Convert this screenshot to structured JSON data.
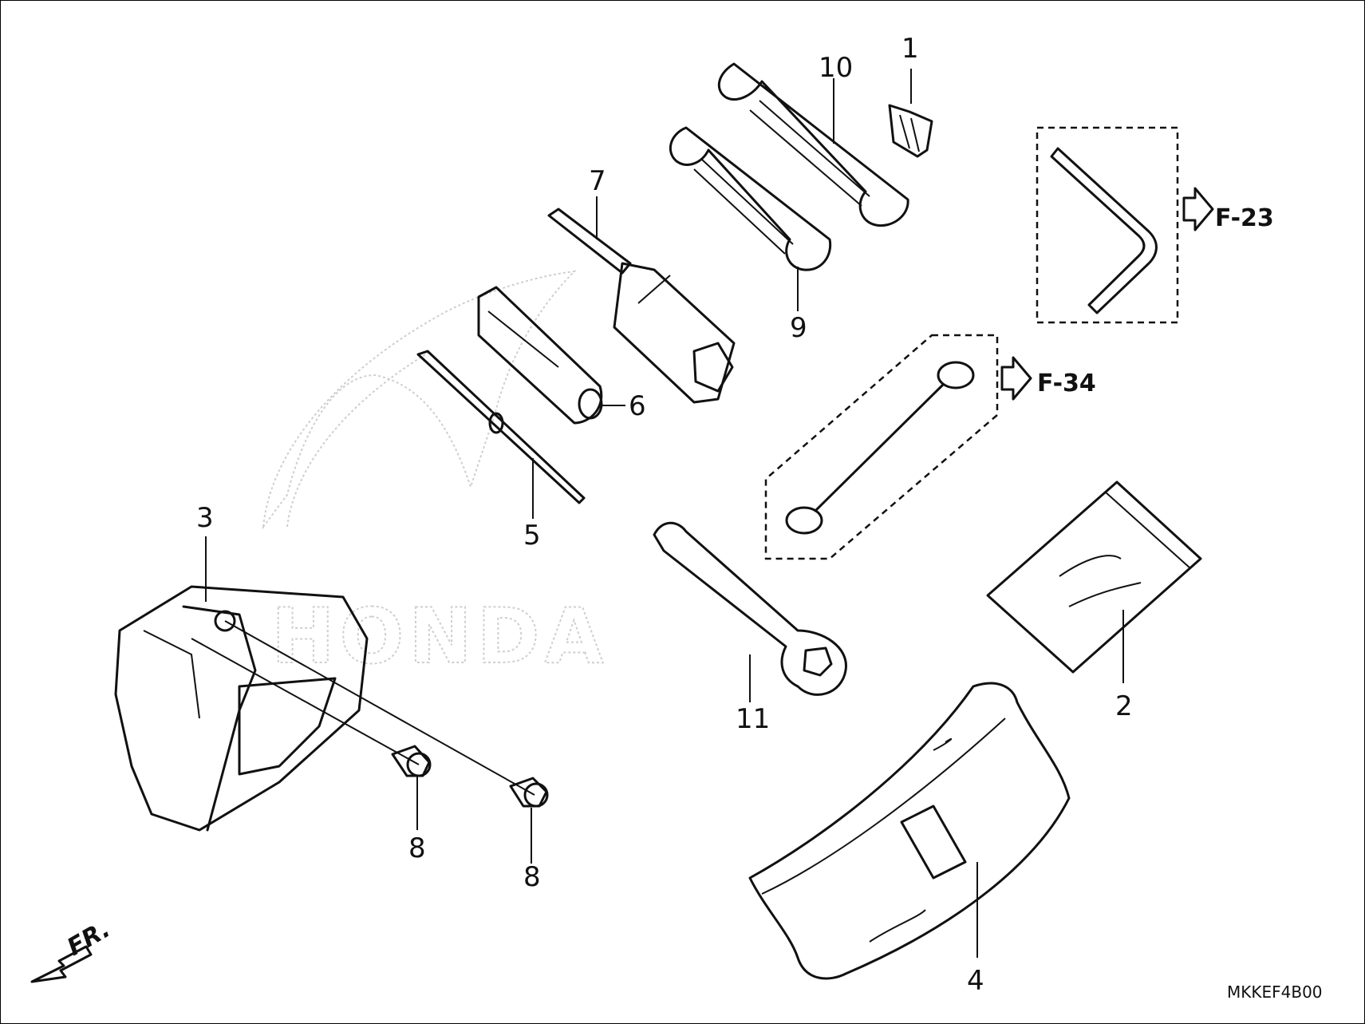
{
  "diagram": {
    "watermark": "HONDA",
    "part_code": "MKKEF4B00",
    "front_marker": "FR.",
    "references": [
      "F-23",
      "F-34"
    ],
    "callouts": [
      "1",
      "2",
      "3",
      "4",
      "5",
      "6",
      "7",
      "8",
      "8",
      "9",
      "10",
      "11"
    ]
  }
}
